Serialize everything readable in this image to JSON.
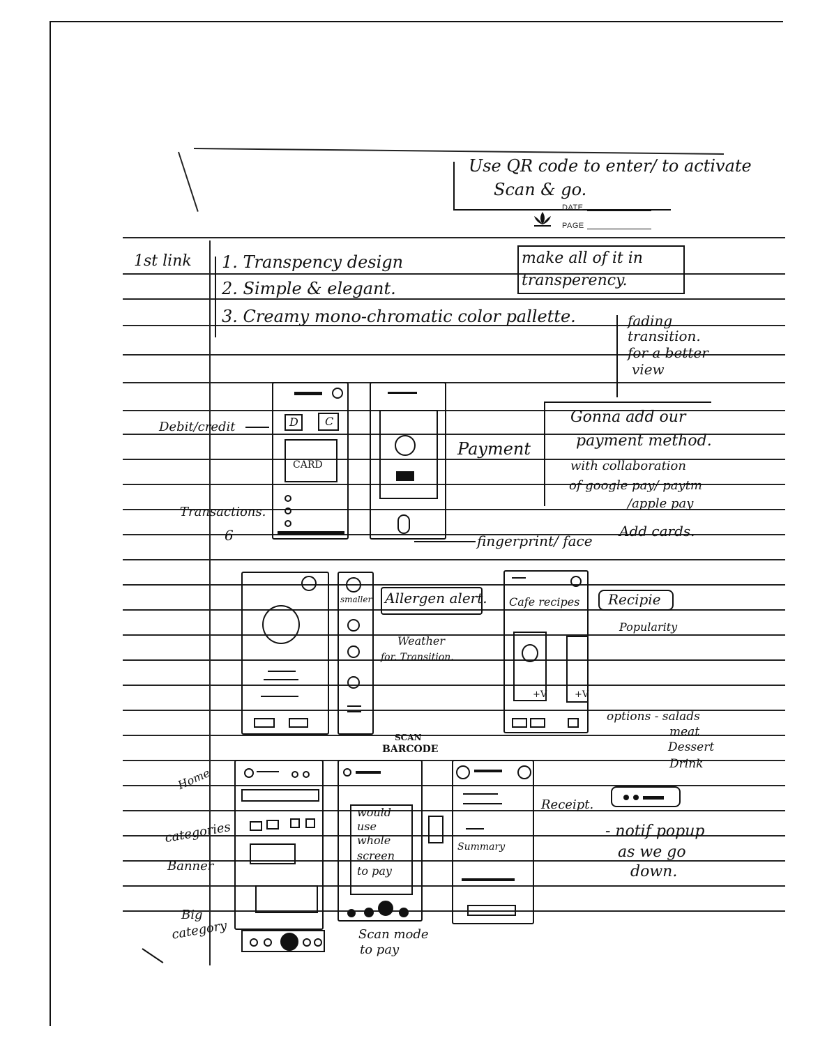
{
  "header_note": {
    "line1": "Use QR code to enter/ to activate",
    "line2": "Scan & go."
  },
  "notebook": {
    "date_label": "DATE",
    "page_label": "PAGE"
  },
  "first_link": {
    "label": "1st link",
    "items": [
      "1. Transpency design",
      "2. Simple & elegant.",
      "3. Creamy mono-chromatic color pallette."
    ],
    "side_note": [
      "make all of it in",
      "transperency."
    ],
    "fading_note": [
      "fading",
      "transition.",
      "for a better",
      "view"
    ]
  },
  "payment_section": {
    "left_labels": {
      "debit": "Debit/credit",
      "transactions": "Transactions.",
      "num": "6"
    },
    "card_text": "CARD",
    "card_icons": [
      "D",
      "C"
    ],
    "payment_label": "Payment",
    "fingerprint_label": "fingerprint/ face",
    "note": [
      "Gonna add our",
      "payment method.",
      "with collaboration",
      "of google pay/ paytm",
      "/apple pay",
      "Add cards."
    ]
  },
  "menu_section": {
    "allergen": "Allergen alert.",
    "smaller_label": "smaller",
    "weather": [
      "Weather",
      "for. Transition."
    ],
    "cafe_recipes": "Cafe recipes",
    "recipe": "Recipie",
    "popularity": "Popularity",
    "plus_v": "+V",
    "options": [
      "options - salads",
      "meat",
      "Dessert",
      "Drink"
    ]
  },
  "home_section": {
    "scan_barcode": [
      "SCAN",
      "BARCODE"
    ],
    "home_label": "Home",
    "categories_label": "categories",
    "banner_label": "Banner",
    "big_category": [
      "Big",
      "category"
    ],
    "would_use": [
      "would",
      "use",
      "whole",
      "screen",
      "to pay"
    ],
    "summary": "Summary",
    "receipt": "Receipt.",
    "scan_mode": [
      "Scan mode",
      "to pay"
    ],
    "notif": [
      "- notif popup",
      "as we go",
      "down."
    ]
  }
}
